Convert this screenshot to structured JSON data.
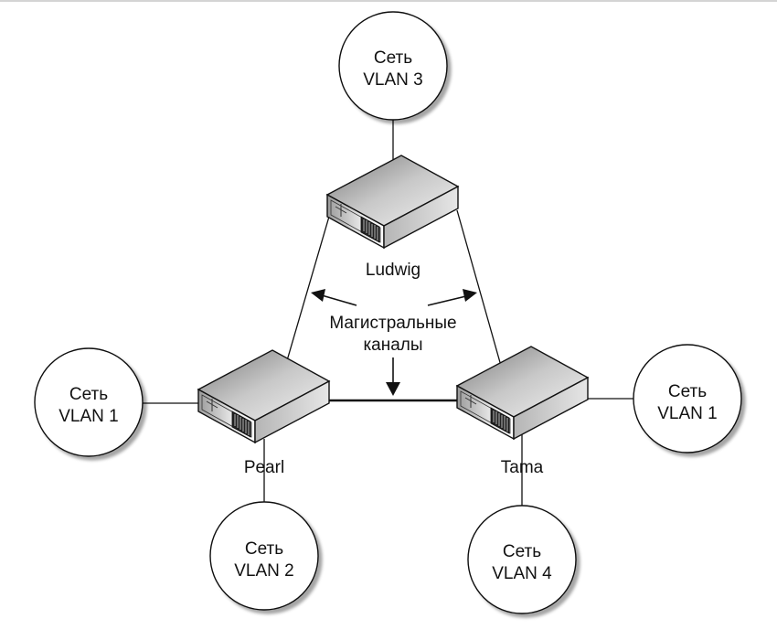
{
  "diagram": {
    "switches": [
      {
        "id": "ludwig",
        "label": "Ludwig"
      },
      {
        "id": "pearl",
        "label": "Pearl"
      },
      {
        "id": "tama",
        "label": "Tama"
      }
    ],
    "networks": [
      {
        "id": "vlan3-top",
        "line1": "Сеть",
        "line2": "VLAN 3",
        "attached_to": "Ludwig"
      },
      {
        "id": "vlan1-left",
        "line1": "Сеть",
        "line2": "VLAN 1",
        "attached_to": "Pearl"
      },
      {
        "id": "vlan2-bottom",
        "line1": "Сеть",
        "line2": "VLAN 2",
        "attached_to": "Pearl"
      },
      {
        "id": "vlan1-right",
        "line1": "Сеть",
        "line2": "VLAN 1",
        "attached_to": "Tama"
      },
      {
        "id": "vlan4-bottom",
        "line1": "Сеть",
        "line2": "VLAN 4",
        "attached_to": "Tama"
      }
    ],
    "trunk_label": {
      "line1": "Магистральные",
      "line2": "каналы"
    },
    "trunks": [
      {
        "from": "Ludwig",
        "to": "Pearl"
      },
      {
        "from": "Ludwig",
        "to": "Tama"
      },
      {
        "from": "Pearl",
        "to": "Tama"
      }
    ]
  }
}
